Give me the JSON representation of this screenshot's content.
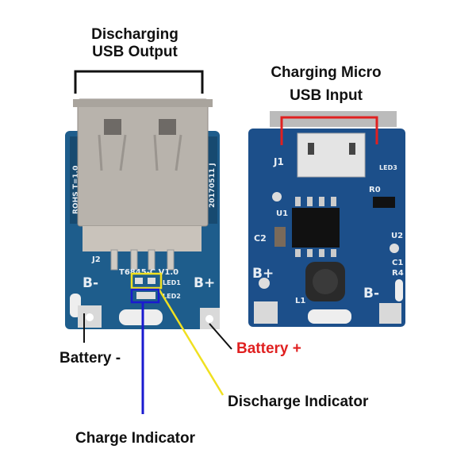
{
  "labels": {
    "discharging_output": [
      "Discharging",
      "USB Output"
    ],
    "charging_input": [
      "Charging Micro",
      "USB Input"
    ],
    "battery_minus": "Battery -",
    "battery_plus": "Battery +",
    "discharge_indicator": "Discharge Indicator",
    "charge_indicator": "Charge Indicator"
  },
  "left_board_silkscreen": {
    "rohs": "ROHS T=1.0",
    "date": "20170511 J",
    "j2": "J2",
    "model": "T6845-C  V1.0",
    "b_minus": "B-",
    "b_plus": "B+",
    "led1": "LED1",
    "led2": "LED2"
  },
  "right_board_silkscreen": {
    "j1": "J1",
    "led3": "LED3",
    "r0": "R0",
    "u1": "U1",
    "c2": "C2",
    "u2": "U2",
    "c1": "C1",
    "r4": "R4",
    "b_plus": "B+",
    "b_minus": "B-",
    "l1": "L1"
  },
  "colors": {
    "pcb": "#1e5d8c",
    "charging_bracket": "#e02020",
    "discharge_indicator": "#f0e020",
    "charge_indicator": "#1a1ad0",
    "battery_plus_text": "#e02020"
  }
}
